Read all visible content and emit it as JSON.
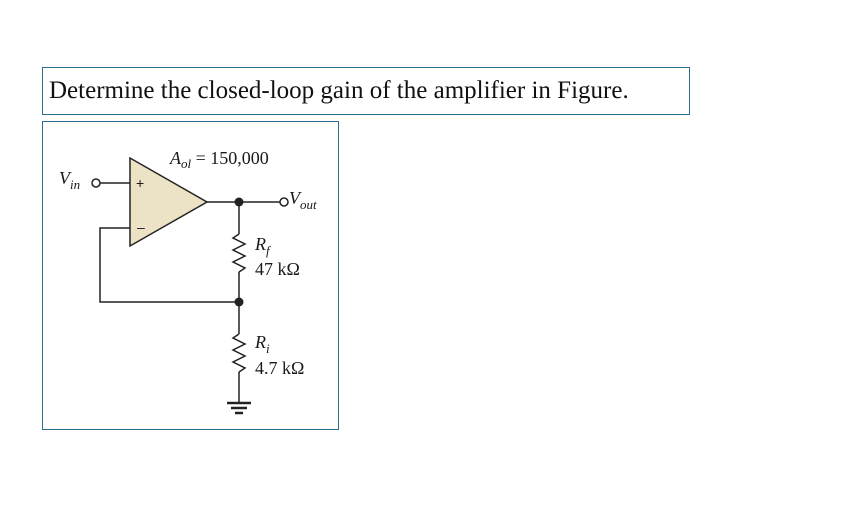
{
  "question": {
    "text": "Determine the closed-loop gain of the amplifier in Figure."
  },
  "figure": {
    "gain_label": {
      "symbol": "A",
      "subscript": "ol",
      "value": " = 150,000"
    },
    "input": {
      "symbol": "V",
      "subscript": "in"
    },
    "output": {
      "symbol": "V",
      "subscript": "out"
    },
    "op_amp": {
      "plus_sign": "+",
      "minus_sign": "–",
      "fill_color": "#ece3c6"
    },
    "rf": {
      "symbol": "R",
      "subscript": "f",
      "value": "47 kΩ"
    },
    "ri": {
      "symbol": "R",
      "subscript": "i",
      "value": "4.7 kΩ"
    }
  }
}
